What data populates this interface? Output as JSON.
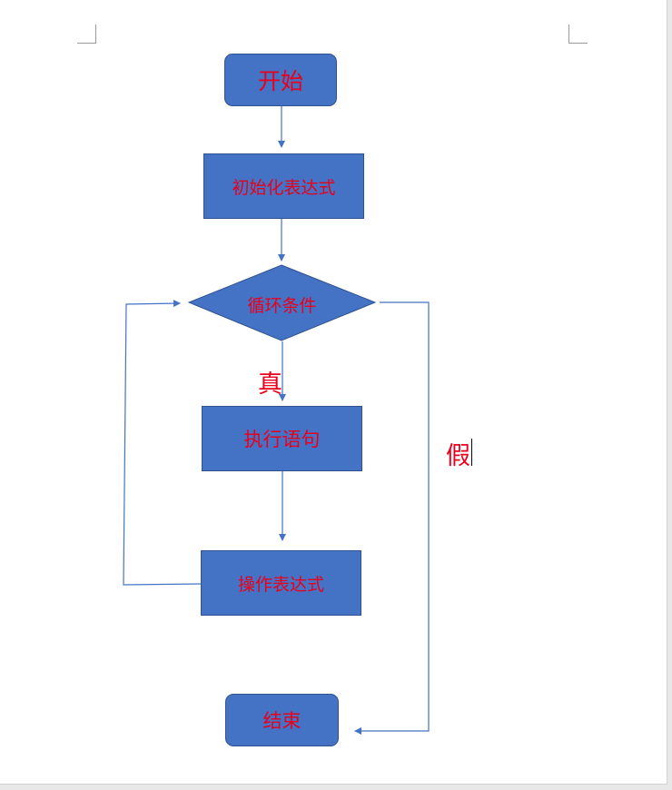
{
  "flowchart": {
    "start": "开始",
    "init": "初始化表达式",
    "condition": "循环条件",
    "true_label": "真",
    "body": "执行语句",
    "update": "操作表达式",
    "false_label": "假",
    "end": "结束"
  },
  "colors": {
    "shape_fill": "#4472c4",
    "shape_border": "#2f528f",
    "text": "#e8001c",
    "connector": "#4472c4"
  }
}
